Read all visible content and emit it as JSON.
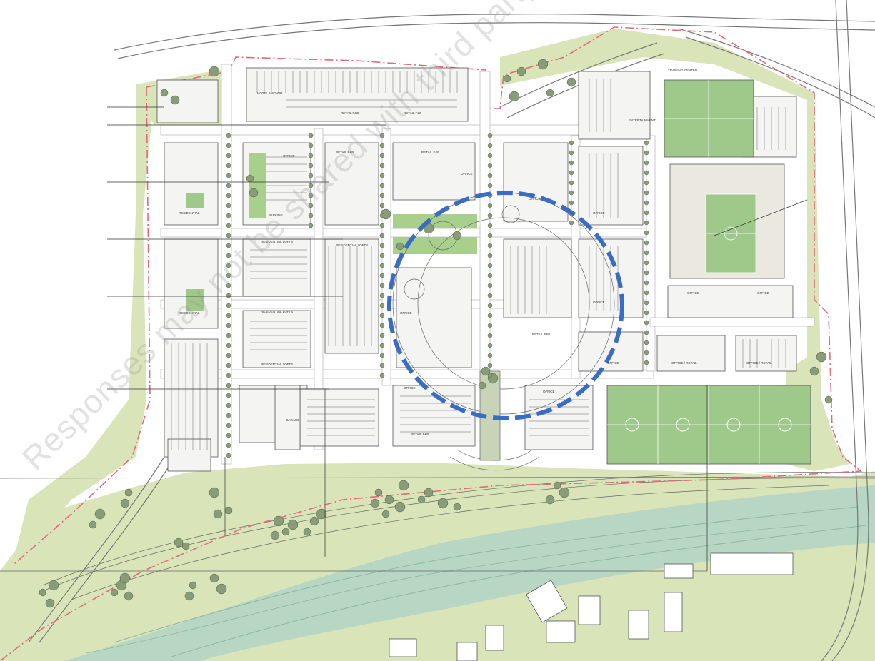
{
  "watermark": "Responses may not be shared with third party and",
  "colors": {
    "park": "#d9e4b8",
    "field": "#9fc98a",
    "river": "#b7d6c4",
    "boundary": "#e26a7c",
    "focus_circle": "#3a6cc4",
    "road": "#ffffff",
    "tree": "#8a9b78"
  },
  "labels": {
    "hotel_anchor": "HOTEL ANCHOR",
    "retail_f": "RETAIL F&B",
    "retail_fb_2": "RETAIL F&B",
    "retail_fb_3": "RETAIL F&B",
    "retail_fb_4": "RETAIL F&B",
    "parking": "PARKING",
    "office": "OFFICE",
    "residential_lofts": "RESIDENTIAL LOFTS",
    "residential_lofts_2": "RESIDENTIAL LOFTS",
    "residential_lofts_3": "RESIDENTIAL LOFTS",
    "residential_lofts_4": "RESIDENTIAL LOFTS",
    "entertainment": "ENTERTAINMENT",
    "office_2": "OFFICE",
    "office_3": "OFFICE",
    "office_4": "OFFICE",
    "office_5": "OFFICE",
    "office_6": "OFFICE",
    "office_7": "OFFICE",
    "office_8": "OFFICE",
    "office_9": "OFFICE",
    "garage": "GARAGE",
    "retail_f_2": "RETAIL F&B",
    "retail_f_3": "RETAIL F&B",
    "office_retail": "OFFICE / RETAIL",
    "office_retail_2": "OFFICE / RETAIL",
    "stadium_office": "OFFICE",
    "stadium_office_2": "OFFICE",
    "training_center": "TRAINING CENTER",
    "residential": "RESIDENTIAL",
    "residential_2": "RESIDENTIAL"
  }
}
